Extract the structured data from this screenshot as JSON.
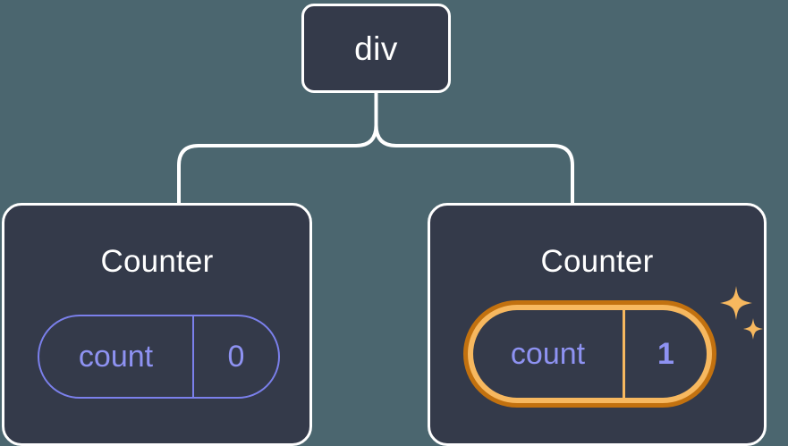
{
  "diagram": {
    "type": "component-tree",
    "background_color": "#4b666f",
    "node_fill": "#343a4a",
    "node_border": "#ffffff",
    "connector_color": "#ffffff",
    "accent_state": "#8e92f2",
    "accent_highlight_outer": "#c2710f",
    "accent_highlight_inner": "#f7b85f"
  },
  "root": {
    "label": "div"
  },
  "cards": [
    {
      "title": "Counter",
      "state": {
        "key": "count",
        "value": "0",
        "highlighted": false
      }
    },
    {
      "title": "Counter",
      "state": {
        "key": "count",
        "value": "1",
        "highlighted": true
      },
      "sparkle_icons": [
        "sparkle-large",
        "sparkle-small"
      ]
    }
  ]
}
